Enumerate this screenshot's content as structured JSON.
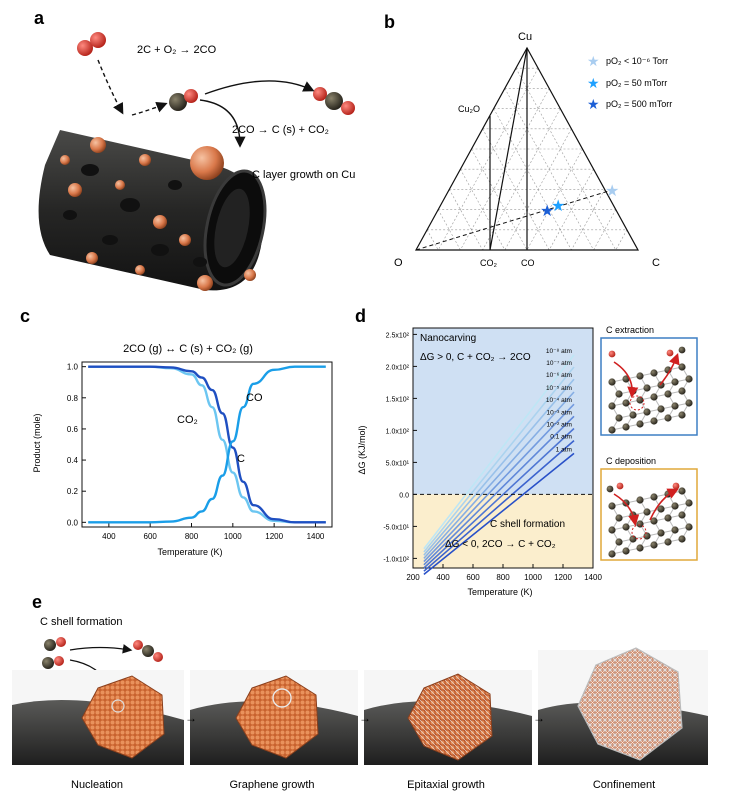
{
  "figure": {
    "panel_a": {
      "letter": "a",
      "rxn1": "2C + O₂ → 2CO",
      "rxn2": "2CO → C (s) + CO₂",
      "caption": "C layer growth on Cu"
    },
    "panel_b": {
      "letter": "b",
      "vertex_top": "Cu",
      "vertex_left": "O",
      "vertex_right": "C",
      "label_cu2o": "Cu₂O",
      "label_co2": "CO₂",
      "label_co": "CO",
      "legend": [
        {
          "label": "pO₂ < 10⁻⁶ Torr",
          "color": "#a9cdf0"
        },
        {
          "label": "pO₂ = 50 mTorr",
          "color": "#1ea0ff"
        },
        {
          "label": "pO₂ = 500 mTorr",
          "color": "#1c5fd6"
        }
      ]
    },
    "panel_c": {
      "letter": "c",
      "title": "2CO (g) ↔ C (s) + CO₂ (g)",
      "xlabel": "Temperature (K)",
      "ylabel": "Product (mole)",
      "curve_labels": {
        "co2": "CO₂",
        "co": "CO",
        "c": "C"
      }
    },
    "panel_d": {
      "letter": "d",
      "xlabel": "Temperature (K)",
      "ylabel": "ΔG (KJ/mol)",
      "region_top_title": "Nanocarving",
      "region_top_eq": "ΔG > 0, C + CO₂ → 2CO",
      "region_bottom_title": "C shell formation",
      "region_bottom_eq": "ΔG < 0, 2CO → C + CO₂",
      "pressure_labels": [
        "10⁻⁸ atm",
        "10⁻⁷ atm",
        "10⁻⁶ atm",
        "10⁻⁵ atm",
        "10⁻⁴ atm",
        "10⁻³ atm",
        "10⁻² atm",
        "0.1 atm",
        "1 atm"
      ],
      "inset_top": "C extraction",
      "inset_bottom": "C deposition"
    },
    "panel_e": {
      "letter": "e",
      "title": "C shell formation",
      "steps": [
        "Nucleation",
        "Graphene growth",
        "Epitaxial growth",
        "Confinement"
      ]
    },
    "colors": {
      "cu": "#d9784a",
      "carbon_dark": "#2d2a22",
      "oxygen": "#d23b30",
      "region_blue": "#cfe0f3",
      "region_yellow": "#fbeecd",
      "inset_blue_border": "#3d7fc4",
      "inset_yellow_border": "#e0a93a"
    }
  },
  "chart_data": [
    {
      "type": "line",
      "title": "2CO (g) ↔ C (s) + CO₂ (g)",
      "xlabel": "Temperature (K)",
      "ylabel": "Product (mole)",
      "xlim": [
        270,
        1480
      ],
      "ylim": [
        -0.03,
        1.03
      ],
      "xticks": [
        400,
        600,
        800,
        1000,
        1200,
        1400
      ],
      "yticks": [
        0.0,
        0.2,
        0.4,
        0.6,
        0.8,
        1.0
      ],
      "series": [
        {
          "name": "CO₂",
          "color": "#6cc6f1",
          "x": [
            300,
            600,
            700,
            800,
            850,
            900,
            950,
            1000,
            1050,
            1100,
            1200,
            1300,
            1450
          ],
          "y": [
            1.0,
            1.0,
            0.99,
            0.95,
            0.88,
            0.74,
            0.53,
            0.32,
            0.16,
            0.07,
            0.01,
            0.0,
            0.0
          ]
        },
        {
          "name": "C",
          "color": "#1f4fc1",
          "x": [
            300,
            600,
            700,
            800,
            850,
            900,
            950,
            1000,
            1050,
            1100,
            1200,
            1300,
            1450
          ],
          "y": [
            1.0,
            1.0,
            0.995,
            0.97,
            0.93,
            0.85,
            0.7,
            0.48,
            0.26,
            0.11,
            0.02,
            0.0,
            0.0
          ]
        },
        {
          "name": "CO",
          "color": "#1a9ee8",
          "x": [
            300,
            600,
            700,
            800,
            850,
            900,
            950,
            1000,
            1050,
            1100,
            1200,
            1300,
            1450
          ],
          "y": [
            0.0,
            0.0,
            0.005,
            0.03,
            0.07,
            0.15,
            0.3,
            0.52,
            0.74,
            0.89,
            0.98,
            1.0,
            1.0
          ]
        }
      ]
    },
    {
      "type": "line",
      "xlabel": "Temperature (K)",
      "ylabel": "ΔG (KJ/mol)",
      "xlim": [
        200,
        1400
      ],
      "ylim": [
        -115,
        260
      ],
      "xticks": [
        200,
        400,
        600,
        800,
        1000,
        1200,
        1400
      ],
      "yticks": [
        -100,
        -50,
        0,
        50,
        100,
        150,
        200,
        250
      ],
      "ytick_labels": [
        "-1.0x10²",
        "-5.0x10¹",
        "0.0",
        "5.0x10¹",
        "1.0x10²",
        "1.5x10²",
        "2.0x10²",
        "2.5x10²"
      ],
      "series": [
        {
          "name": "10⁻⁸ atm",
          "x": [
            273,
            1273
          ],
          "y": [
            -85,
            218
          ]
        },
        {
          "name": "10⁻⁷ atm",
          "x": [
            273,
            1273
          ],
          "y": [
            -90,
            199
          ]
        },
        {
          "name": "10⁻⁶ atm",
          "x": [
            273,
            1273
          ],
          "y": [
            -95,
            180
          ]
        },
        {
          "name": "10⁻⁵ atm",
          "x": [
            273,
            1273
          ],
          "y": [
            -100,
            160
          ]
        },
        {
          "name": "10⁻⁴ atm",
          "x": [
            273,
            1273
          ],
          "y": [
            -105,
            141
          ]
        },
        {
          "name": "10⁻³ atm",
          "x": [
            273,
            1273
          ],
          "y": [
            -110,
            122
          ]
        },
        {
          "name": "10⁻² atm",
          "x": [
            273,
            1273
          ],
          "y": [
            -115,
            103
          ]
        },
        {
          "name": "0.1 atm",
          "x": [
            273,
            1273
          ],
          "y": [
            -120,
            84
          ]
        },
        {
          "name": "1 atm",
          "x": [
            273,
            1273
          ],
          "y": [
            -125,
            64
          ]
        }
      ]
    }
  ]
}
